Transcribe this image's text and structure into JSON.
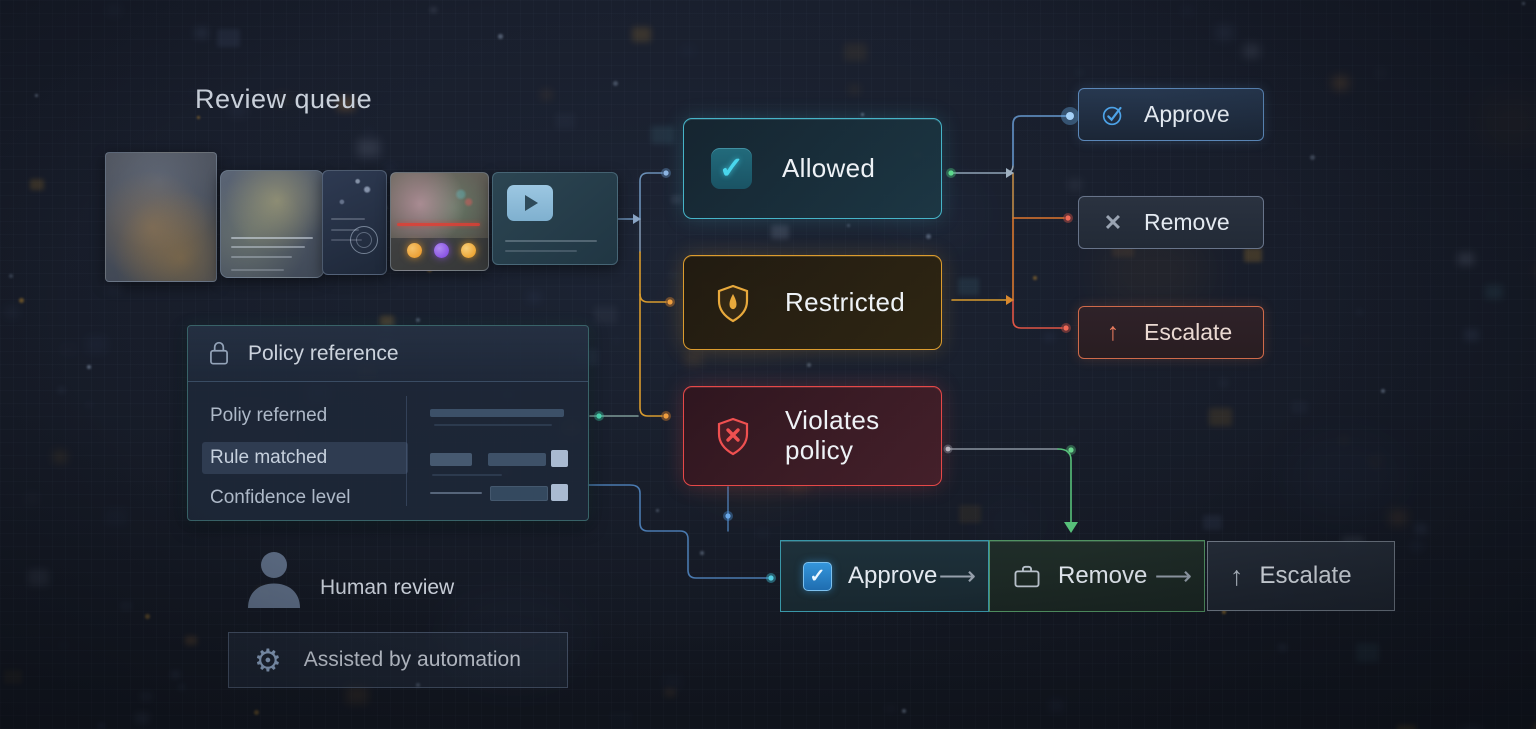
{
  "title": "Review queue",
  "icons": {
    "check": "✓",
    "cross": "✕",
    "arrow_up": "↑",
    "arrow_right": "⟶",
    "gear": "⚙"
  },
  "queue": {
    "items": [
      {
        "type": "photo"
      },
      {
        "type": "article"
      },
      {
        "type": "dark-photo"
      },
      {
        "type": "flagged-media"
      },
      {
        "type": "video"
      }
    ]
  },
  "policy_panel": {
    "title": "Policy reference",
    "rows": [
      "Poliy referned",
      "Rule matched",
      "Confidence level"
    ],
    "highlighted_row": "Rule matched"
  },
  "classifications": [
    {
      "label": "Allowed",
      "color": "#46b4c8"
    },
    {
      "label": "Restricted",
      "color": "#dc9c2e"
    },
    {
      "label": "Violates policy",
      "color": "#e64848"
    }
  ],
  "right_actions": [
    {
      "label": "Approve",
      "color": "#4da3e8"
    },
    {
      "label": "Remove",
      "color": "#9aa4b2"
    },
    {
      "label": "Escalate",
      "color": "#e87b5e"
    }
  ],
  "bottom_actions": [
    {
      "label": "Approve"
    },
    {
      "label": "Remove"
    },
    {
      "label": "Escalate"
    }
  ],
  "footer": {
    "human_review": "Human review",
    "automation": "Assisted by automation"
  }
}
